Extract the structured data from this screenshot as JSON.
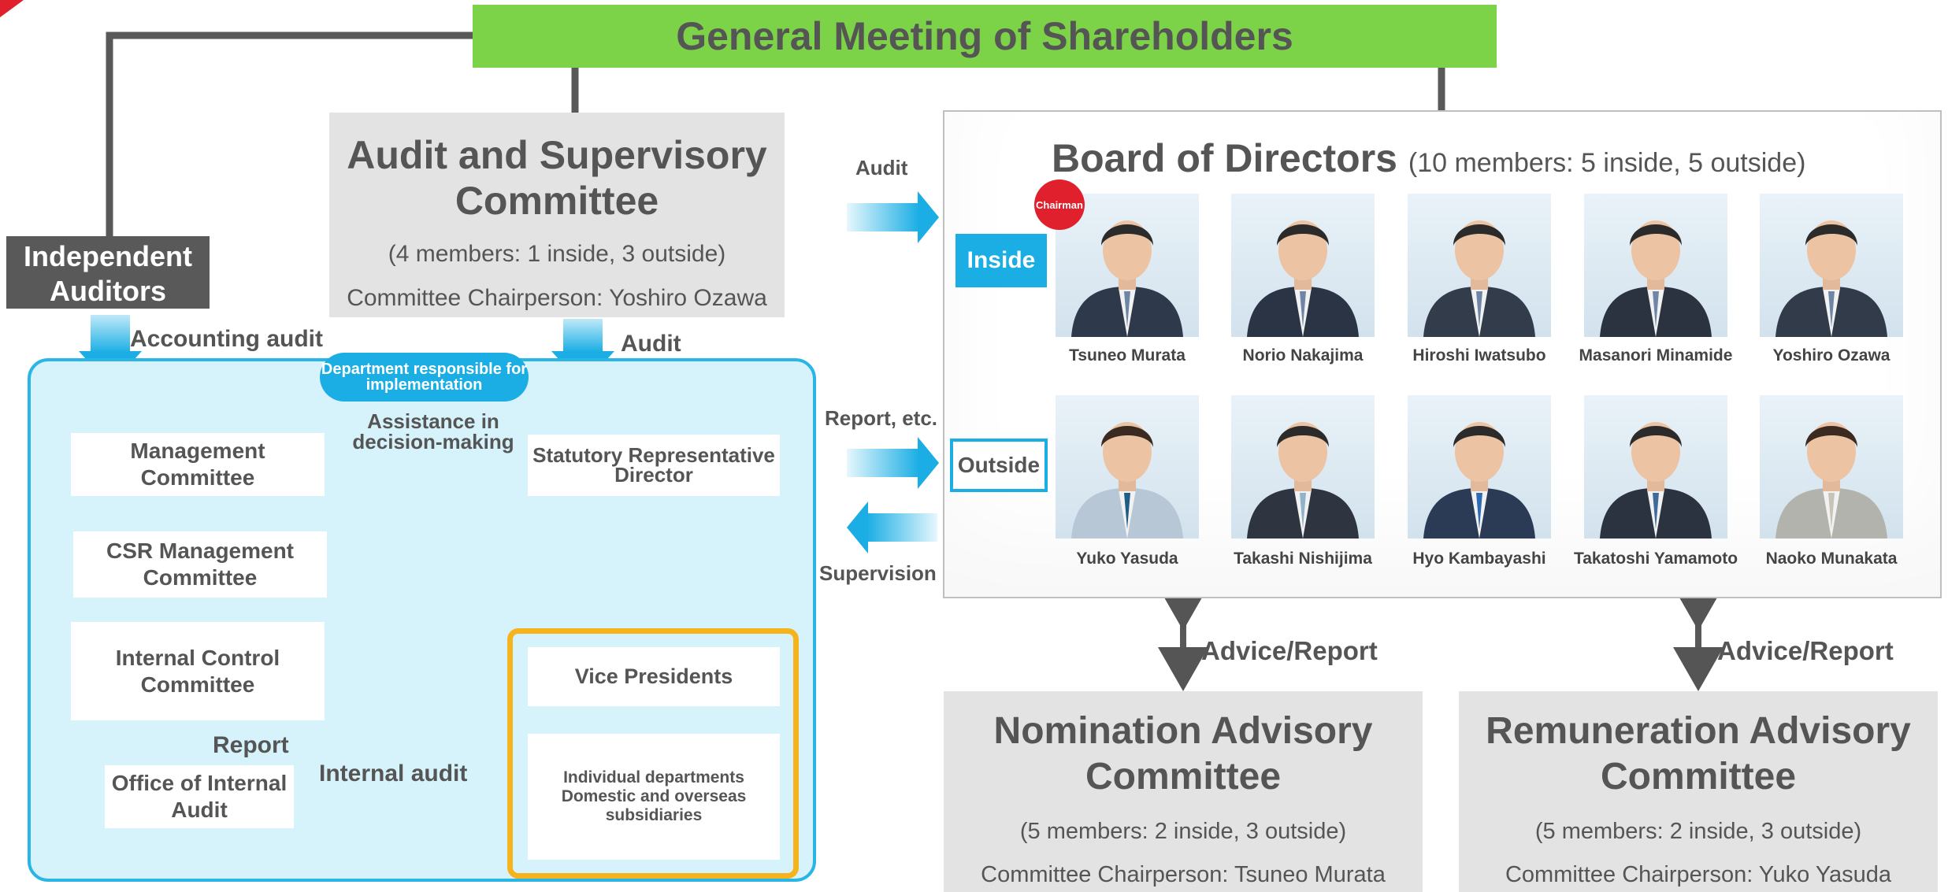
{
  "header": {
    "title": "General Meeting of Shareholders"
  },
  "audit_committee": {
    "title": "Audit and Supervisory Committee",
    "members": "(4 members: 1 inside, 3 outside)",
    "chair": "Committee Chairperson: Yoshiro Ozawa"
  },
  "independent_auditors": {
    "title": "Independent Auditors"
  },
  "labels": {
    "accounting_audit": "Accounting audit",
    "audit_left": "Audit",
    "audit_right": "Audit",
    "report_etc": "Report, etc.",
    "supervision": "Supervision",
    "assistance": "Assistance in decision-making",
    "report": "Report",
    "internal_audit": "Internal audit",
    "advice_report_1": "Advice/Report",
    "advice_report_2": "Advice/Report"
  },
  "execution": {
    "dept_badge": "Department responsible for implementation",
    "management_committee": "Management Committee",
    "csr_committee": "CSR Management Committee",
    "internal_control_committee": "Internal Control Committee",
    "office_internal_audit": "Office of Internal Audit",
    "statutory_director": "Statutory Representative Director",
    "vice_presidents": "Vice Presidents",
    "departments": "Individual departments Domestic and overseas subsidiaries"
  },
  "board": {
    "title": "Board of Directors",
    "subtitle": "(10 members: 5 inside, 5 outside)",
    "inside_label": "Inside",
    "outside_label": "Outside",
    "chairman_badge": "Chairman",
    "inside": [
      "Tsuneo Murata",
      "Norio Nakajima",
      "Hiroshi Iwatsubo",
      "Masanori Minamide",
      "Yoshiro Ozawa"
    ],
    "outside": [
      "Yuko Yasuda",
      "Takashi Nishijima",
      "Hyo Kambayashi",
      "Takatoshi Yamamoto",
      "Naoko Munakata"
    ]
  },
  "nomination": {
    "title": "Nomination Advisory Committee",
    "members": "(5 members: 2 inside, 3 outside)",
    "chair": "Committee Chairperson: Tsuneo Murata"
  },
  "remuneration": {
    "title": "Remuneration Advisory Committee",
    "members": "(5 members: 2 inside, 3 outside)",
    "chair": "Committee Chairperson: Yuko Yasuda"
  },
  "colors": {
    "green": "#7cd347",
    "blue": "#1aaee4",
    "light_blue": "#d6f2fb",
    "orange": "#f6b41c",
    "gray": "#e3e3e3",
    "dark_gray": "#595959",
    "red": "#e0202c"
  }
}
